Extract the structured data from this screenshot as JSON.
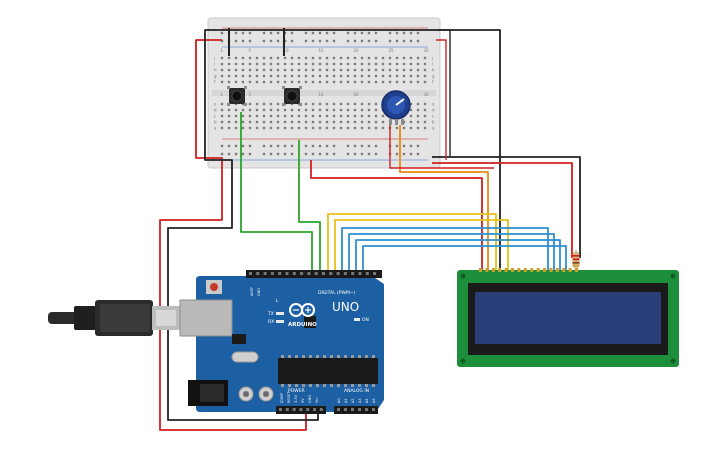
{
  "board": {
    "brand": "ARDUINO",
    "model": "UNO",
    "digital_label": "DIGITAL (PWM~)",
    "power_label": "POWER",
    "analog_label": "ANALOG IN",
    "tx": "TX",
    "rx": "RX",
    "on": "ON",
    "l": "L",
    "aref": "AREF",
    "gnd": "GND",
    "ioref": "IOREF",
    "reset": "RESET",
    "v33": "3.3V",
    "v5": "5V",
    "vin": "Vin",
    "analog_pins": [
      "A0",
      "A1",
      "A2",
      "A3",
      "A4",
      "A5"
    ]
  },
  "breadboard": {
    "row_letters_top": [
      "j",
      "i",
      "h",
      "g",
      "f"
    ],
    "row_letters_bottom": [
      "e",
      "d",
      "c",
      "b",
      "a"
    ],
    "column_numbers": [
      "1",
      "5",
      "10",
      "15",
      "20",
      "25",
      "30"
    ]
  },
  "colors": {
    "board": "#1d5fa3",
    "breadboard": "#e6e6e6",
    "lcd_pcb": "#1d8f3a",
    "lcd_screen": "#2a3f7a",
    "wire_red": "#d01f1f",
    "wire_black": "#222222",
    "wire_green": "#2aa52a",
    "wire_yellow": "#e5c21a",
    "wire_blue": "#2f8fd0",
    "wire_orange": "#e88a14"
  }
}
